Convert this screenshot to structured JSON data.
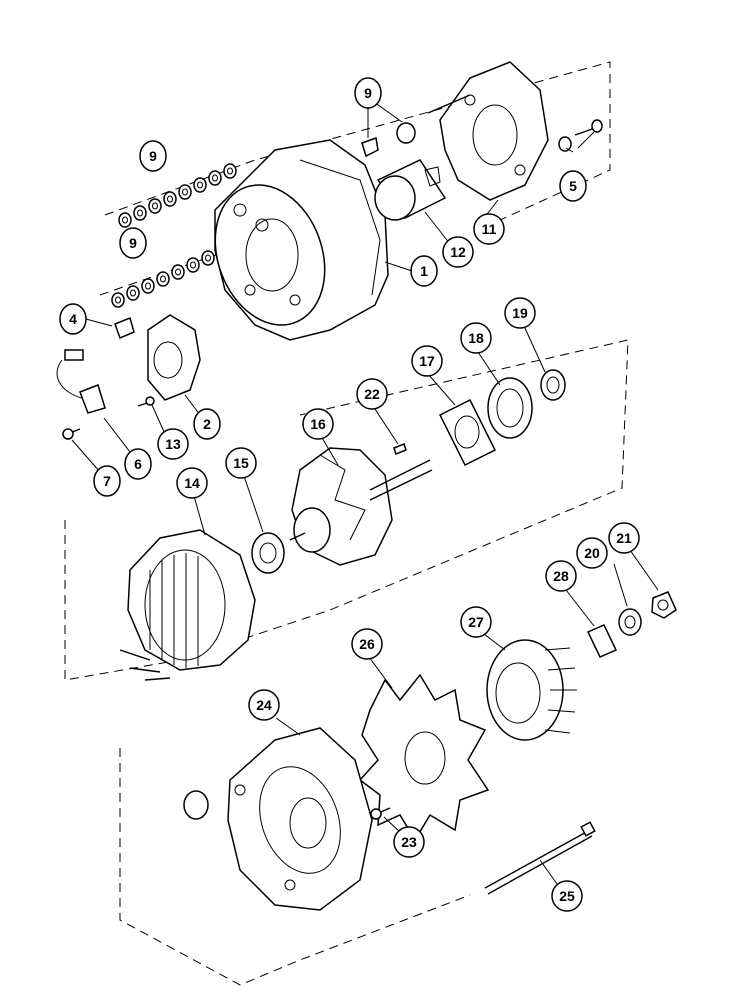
{
  "callouts": {
    "p1": "1",
    "p2": "2",
    "p4": "4",
    "p5": "5",
    "p6": "6",
    "p7": "7",
    "p9a": "9",
    "p9b": "9",
    "p9c": "9",
    "p11": "11",
    "p12": "12",
    "p13": "13",
    "p14": "14",
    "p15": "15",
    "p16": "16",
    "p17": "17",
    "p18": "18",
    "p19": "19",
    "p20": "20",
    "p21": "21",
    "p22": "22",
    "p23": "23",
    "p24": "24",
    "p25": "25",
    "p26": "26",
    "p27": "27",
    "p28": "28"
  },
  "colors": {
    "line": "#000000",
    "background": "#ffffff"
  }
}
